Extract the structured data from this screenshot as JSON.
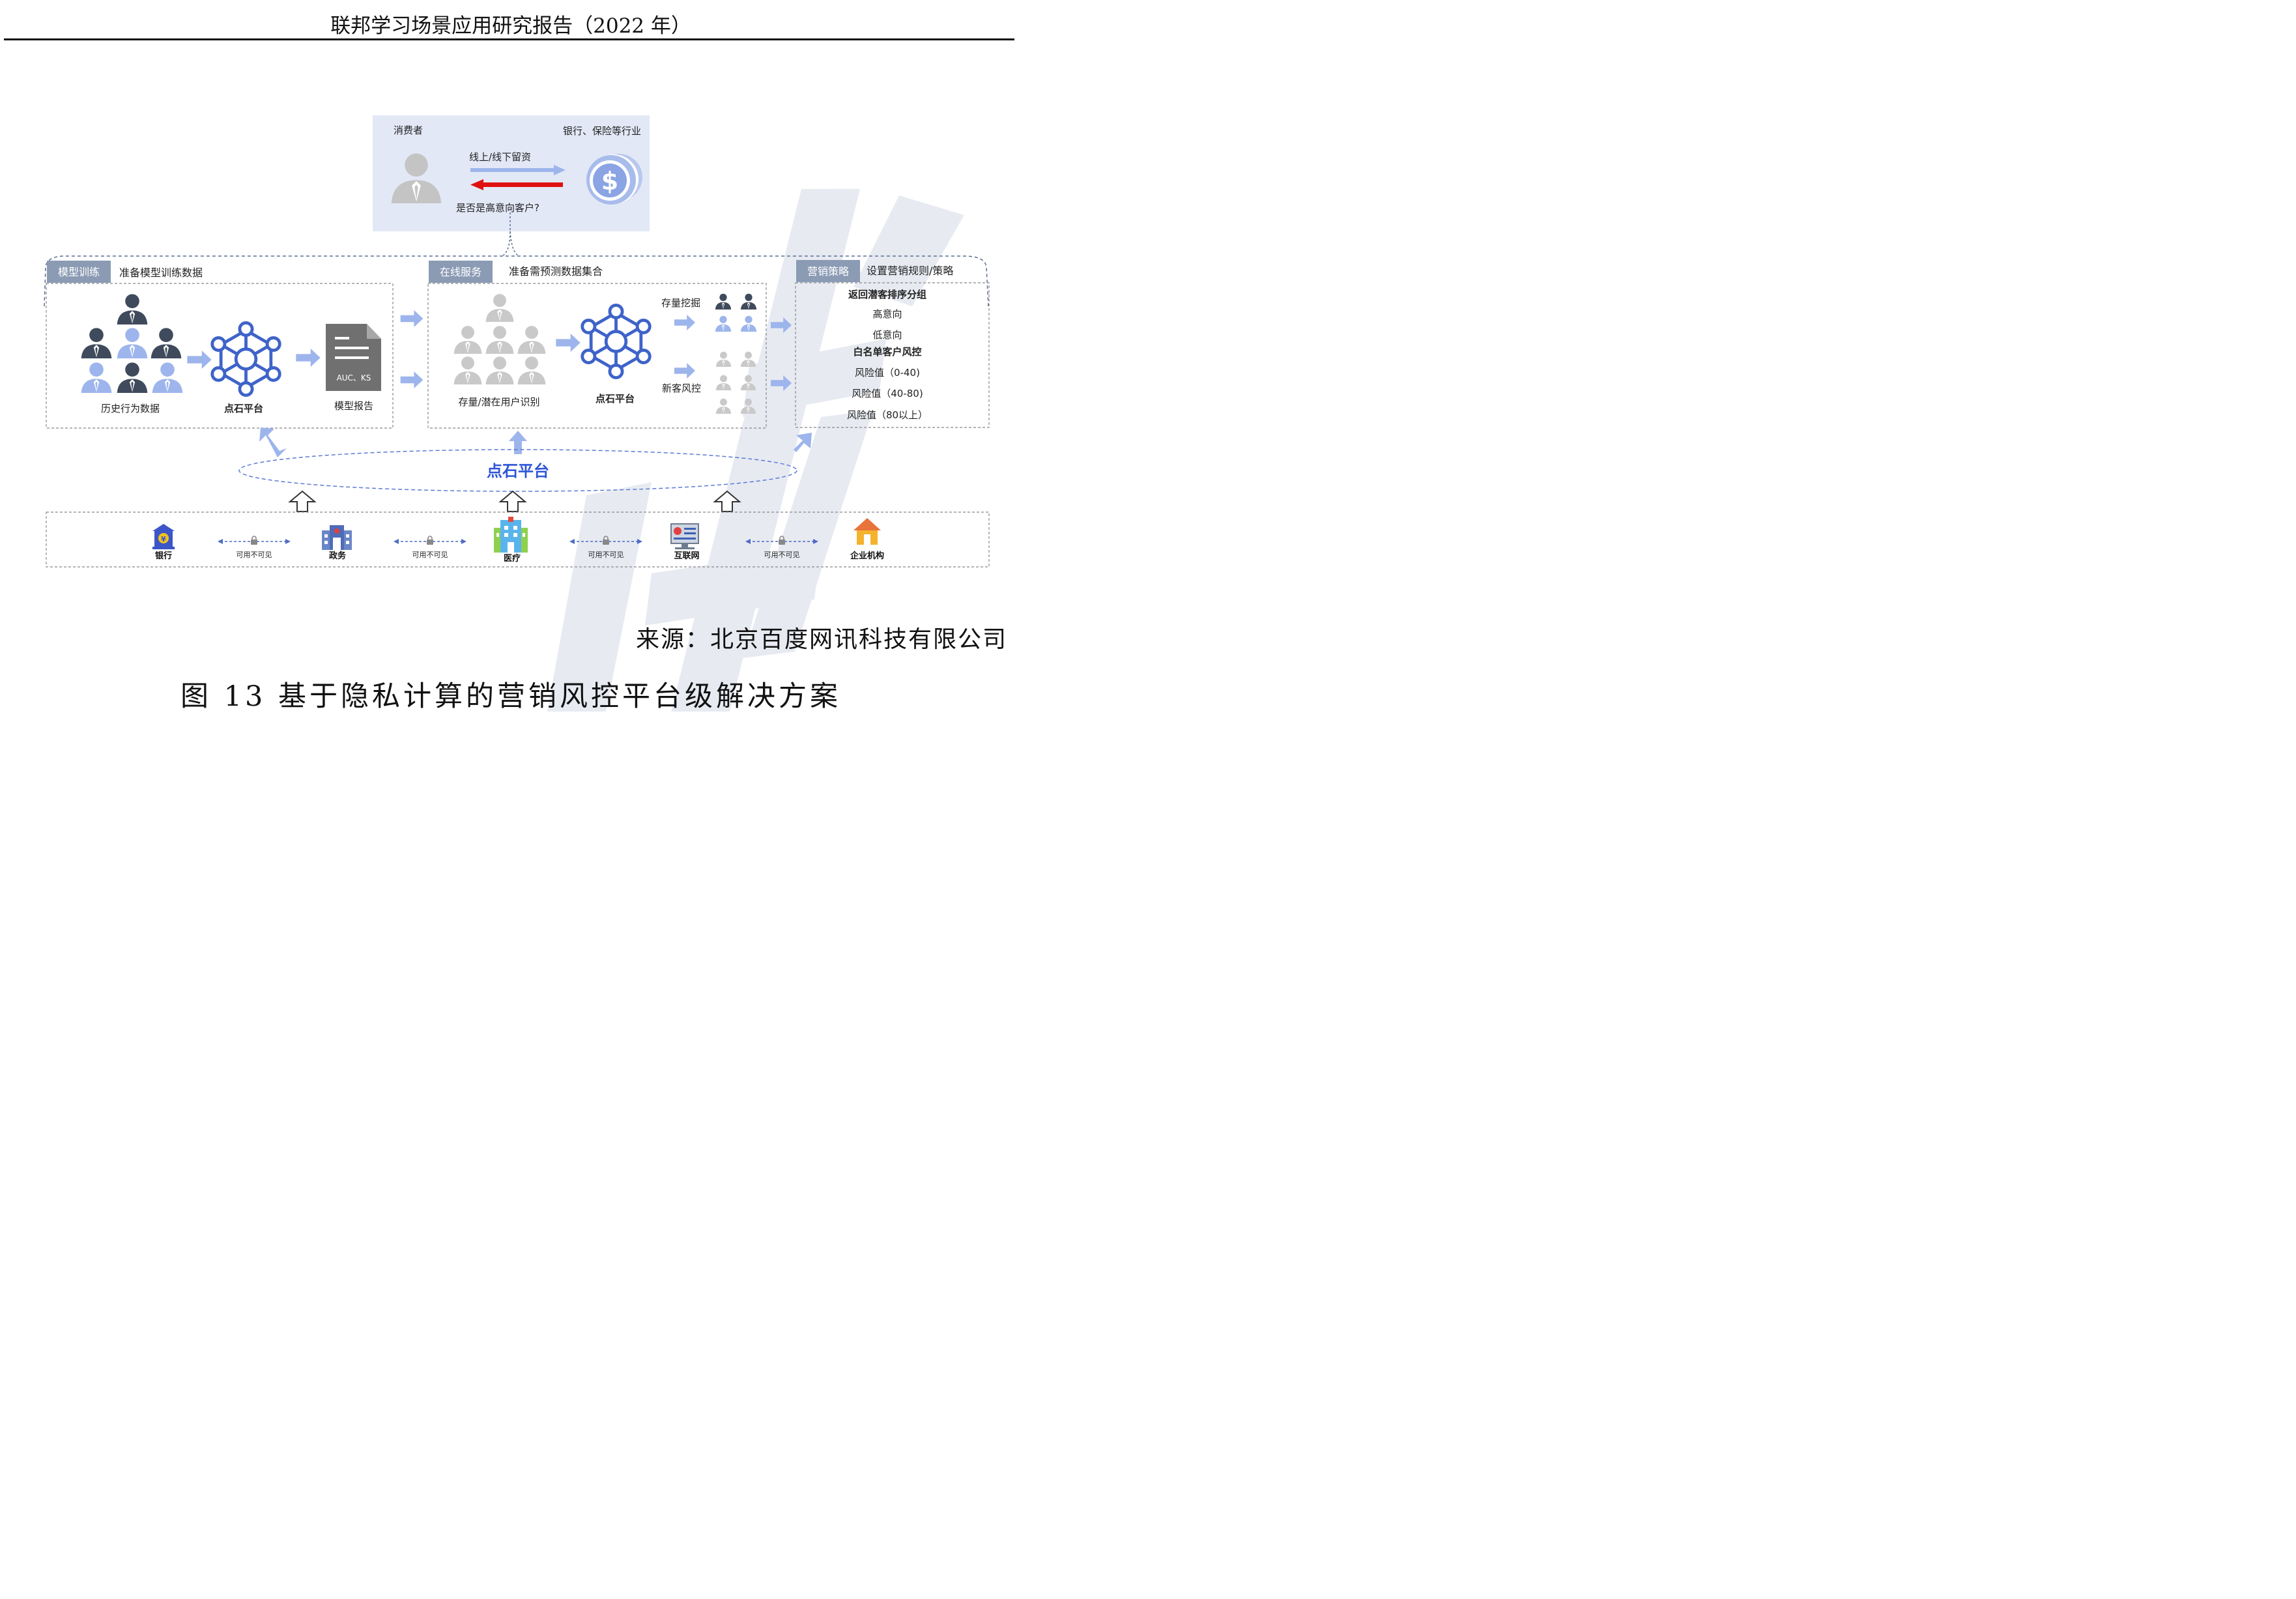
{
  "header": {
    "title": "联邦学习场景应用研究报告（2022 年）"
  },
  "top_box": {
    "consumer": "消费者",
    "industry": "银行、保险等行业",
    "flow_label": "线上/线下留资",
    "question": "是否是高意向客户?"
  },
  "training": {
    "tag": "模型训练",
    "subtitle": "准备模型训练数据",
    "history_label": "历史行为数据",
    "platform_label": "点石平台",
    "doc_text": "AUC、KS",
    "report_label": "模型报告"
  },
  "online": {
    "tag": "在线服务",
    "subtitle": "准备需预测数据集合",
    "users_label": "存量/潜在用户识别",
    "platform_label": "点石平台",
    "mining_label": "存量挖掘",
    "newrisk_label": "新客风控"
  },
  "marketing": {
    "tag": "营销策略",
    "subtitle": "设置营销规则/策略",
    "lines": [
      "返回潜客排序分组",
      "高意向",
      "低意向",
      "白名单客户风控",
      "风险值（0-40)",
      "风险值（40-80)",
      "风险值（80以上）"
    ],
    "bold_lines": [
      0,
      3
    ]
  },
  "center_platform": "点石平台",
  "parties": [
    {
      "label": "银行",
      "icon": "bank-icon"
    },
    {
      "label": "政务",
      "icon": "government-building-icon"
    },
    {
      "label": "医疗",
      "icon": "hospital-icon"
    },
    {
      "label": "互联网",
      "icon": "internet-terminal-icon"
    },
    {
      "label": "企业机构",
      "icon": "house-icon"
    }
  ],
  "link_label": "可用不可见",
  "source": "来源：北京百度网讯科技有限公司",
  "caption": "图 13  基于隐私计算的营销风控平台级解决方案",
  "colors": {
    "light_blue": "#9db5ec",
    "pale_panel": "#e2e8f6",
    "tag_bg": "#8b9bb4",
    "hub_blue": "#3e63c9",
    "dark_person": "#3f4a5c",
    "red_arrow": "#e01010",
    "platform_text": "#2d55d8",
    "watermark": "#dfe4ee"
  }
}
